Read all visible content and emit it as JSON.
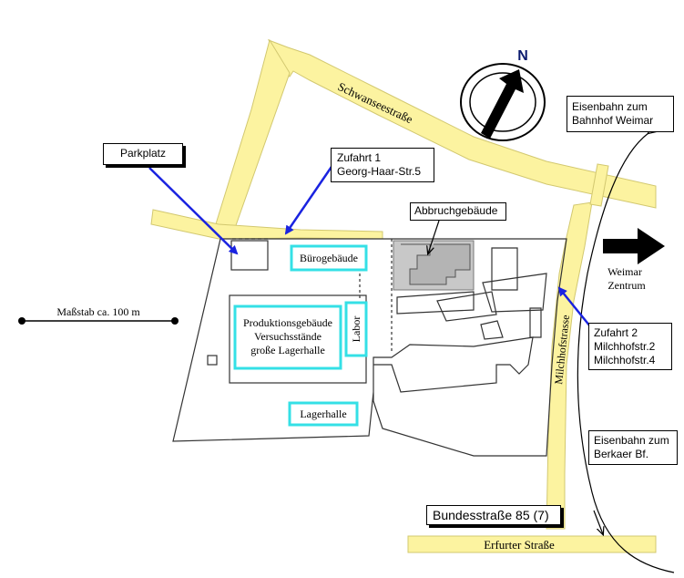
{
  "streets": {
    "schwanseestrasse": "Schwanseestraße",
    "milchhofstrasse": "Milchhofstrasse",
    "erfurter_strasse": "Erfurter Straße",
    "bundesstrasse": "Bundesstraße 85 (7)"
  },
  "labels": {
    "parkplatz": "Parkplatz",
    "zufahrt1": [
      "Zufahrt 1",
      "Georg-Haar-Str.5"
    ],
    "zufahrt2": [
      "Zufahrt 2",
      "Milchhofstr.2",
      "Milchhofstr.4"
    ],
    "abbruch": "Abbruchgebäude",
    "bahn_weimar": [
      "Eisenbahn zum",
      "Bahnhof Weimar"
    ],
    "bahn_berkaer": [
      "Eisenbahn zum",
      "Berkaer Bf."
    ],
    "weimar_zentrum": [
      "Weimar",
      "Zentrum"
    ],
    "north": "N",
    "scale": "Maßstab ca. 100 m"
  },
  "buildings": {
    "buero": "Bürogebäude",
    "produktion": [
      "Produktionsgebäude",
      "Versuchsstände",
      "große Lagerhalle"
    ],
    "labor": "Labor",
    "lagerhalle": "Lagerhalle"
  },
  "colors": {
    "road_fill": "#fcf3a0",
    "road_edge": "#d2c870",
    "highlight": "#34e0e6",
    "demolition": "#c8c8c8",
    "arrow_blue": "#1a23e0",
    "north_text": "#0a1a6e"
  }
}
